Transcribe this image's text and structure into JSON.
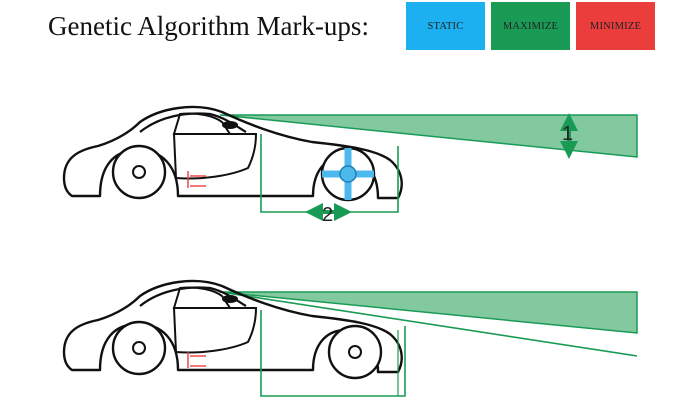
{
  "title": "Genetic Algorithm Mark-ups:",
  "legend": [
    {
      "label": "STATIC",
      "color": "#1cb0f0"
    },
    {
      "label": "MAXIMIZE",
      "color": "#1a9b55"
    },
    {
      "label": "MINIMIZE",
      "color": "#ec3d3d"
    }
  ],
  "markers": {
    "angle_marker": "1",
    "offset_marker": "2"
  },
  "colors": {
    "outline": "#111111",
    "wedge_fill": "#82c9a0",
    "wedge_stroke": "#1a9b55",
    "wheel_static": "#4db8ec"
  }
}
